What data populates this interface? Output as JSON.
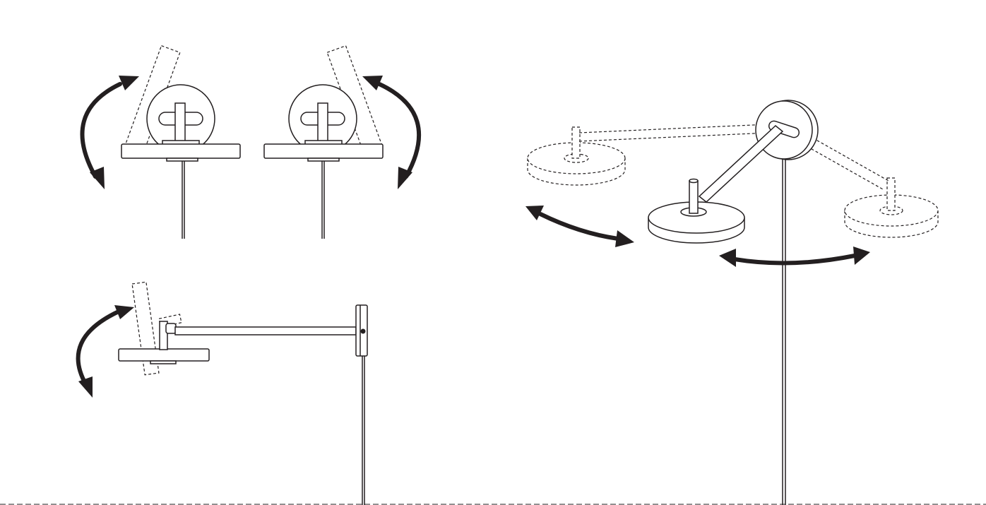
{
  "figure": {
    "kind": "wall lamp adjustment illustration",
    "line_color": "#231f20",
    "background_color": "#ffffff",
    "views": [
      {
        "name": "front-view-tilt-left"
      },
      {
        "name": "front-view-tilt-right"
      },
      {
        "name": "side-view-tilt"
      },
      {
        "name": "perspective-arm-swing"
      }
    ],
    "icons": [
      "curved-double-arrow-icon"
    ]
  }
}
